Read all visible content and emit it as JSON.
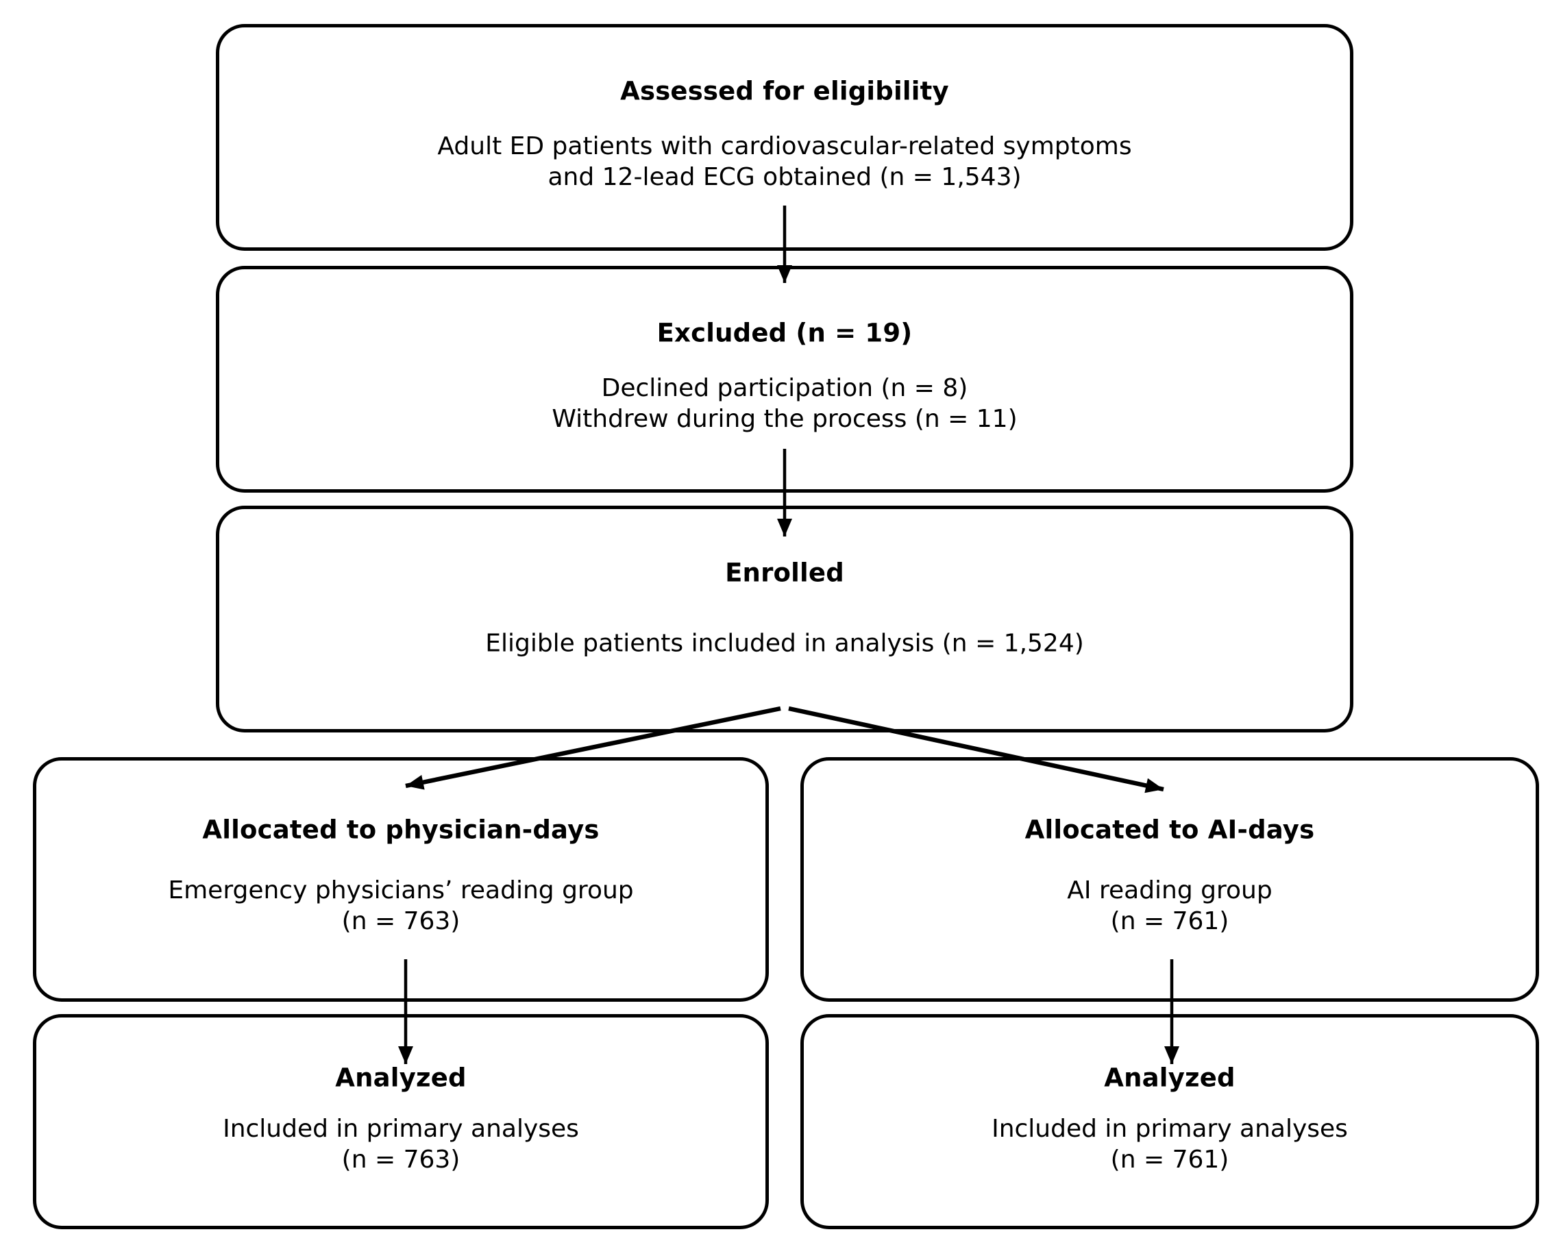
{
  "figure": {
    "background": "#ffffff",
    "line_color": "#000000",
    "boxes": {
      "assessed": {
        "title": "Assessed for eligibility",
        "lines": [
          "Adult ED patients with cardiovascular-related symptoms",
          "and 12-lead ECG obtained (n = 1,543)"
        ]
      },
      "excluded": {
        "title": "Excluded (n = 19)",
        "lines": [
          "Declined participation (n = 8)",
          "Withdrew during the process (n = 11)"
        ]
      },
      "enrolled": {
        "title": "Enrolled",
        "lines": [
          "Eligible patients included in analysis (n = 1,524)"
        ]
      },
      "alloc_physician": {
        "title": "Allocated to physician-days",
        "lines": [
          "Emergency physicians’ reading group",
          "(n = 763)"
        ]
      },
      "alloc_ai": {
        "title": "Allocated to AI-days",
        "lines": [
          "AI reading group",
          "(n = 761)"
        ]
      },
      "analyzed_physician": {
        "title": "Analyzed",
        "lines": [
          "Included in primary analyses",
          "(n = 763)"
        ]
      },
      "analyzed_ai": {
        "title": "Analyzed",
        "lines": [
          "Included in primary analyses",
          "(n = 761)"
        ]
      }
    }
  }
}
